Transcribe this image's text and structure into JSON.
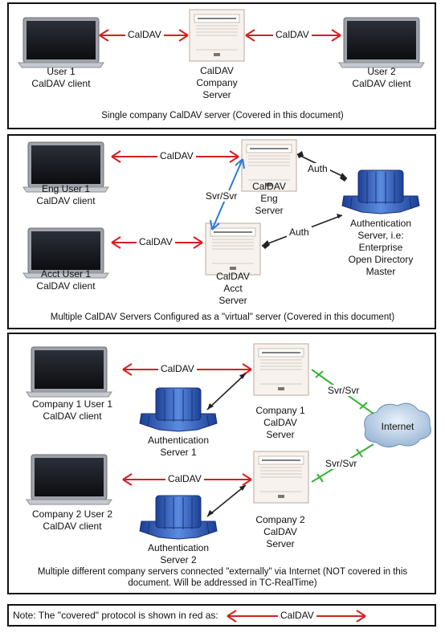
{
  "colors": {
    "caldav": "#d81e1e",
    "svr": "#2f7ad8",
    "internet_link": "#36b336",
    "auth": "#222222",
    "server_blue": "#2a55b5"
  },
  "panel1": {
    "user1": "User 1\nCalDAV client",
    "user2": "User 2\nCalDAV client",
    "server": "CalDAV\nCompany\nServer",
    "proto_left": "CalDAV",
    "proto_right": "CalDAV",
    "caption": "Single company CalDAV server (Covered in this document)"
  },
  "panel2": {
    "eng_user": "Eng User 1\nCalDAV client",
    "acct_user": "Acct User 1\nCalDAV client",
    "eng_server": "CalDAV\nEng\nServer",
    "acct_server": "CalDAV\nAcct\nServer",
    "auth_server": "Authentication\nServer, i.e:\nEnterprise\nOpen Directory\nMaster",
    "proto_eng": "CalDAV",
    "proto_acct": "CalDAV",
    "svr_svr": "Svr/Svr",
    "auth_top": "Auth",
    "auth_bottom": "Auth",
    "caption": "Multiple CalDAV Servers Configured as a \"virtual\" server (Covered in this document)"
  },
  "panel3": {
    "company1_user": "Company 1 User 1\nCalDAV client",
    "company2_user": "Company 2 User 2\nCalDAV client",
    "company1_server": "Company 1\nCalDAV\nServer",
    "company2_server": "Company 2\nCalDAV\nServer",
    "auth1": "Authentication\nServer 1",
    "auth2": "Authentication\nServer 2",
    "internet": "Internet",
    "proto_c1": "CalDAV",
    "proto_c2": "CalDAV",
    "svr_top": "Svr/Svr",
    "svr_bottom": "Svr/Svr",
    "caption": "Multiple different company servers connected \"externally\" via Internet (NOT covered in this document. Will be addressed in TC-RealTime)"
  },
  "note": {
    "text": "Note: The \"covered\" protocol is shown in red as:",
    "proto": "CalDAV"
  }
}
